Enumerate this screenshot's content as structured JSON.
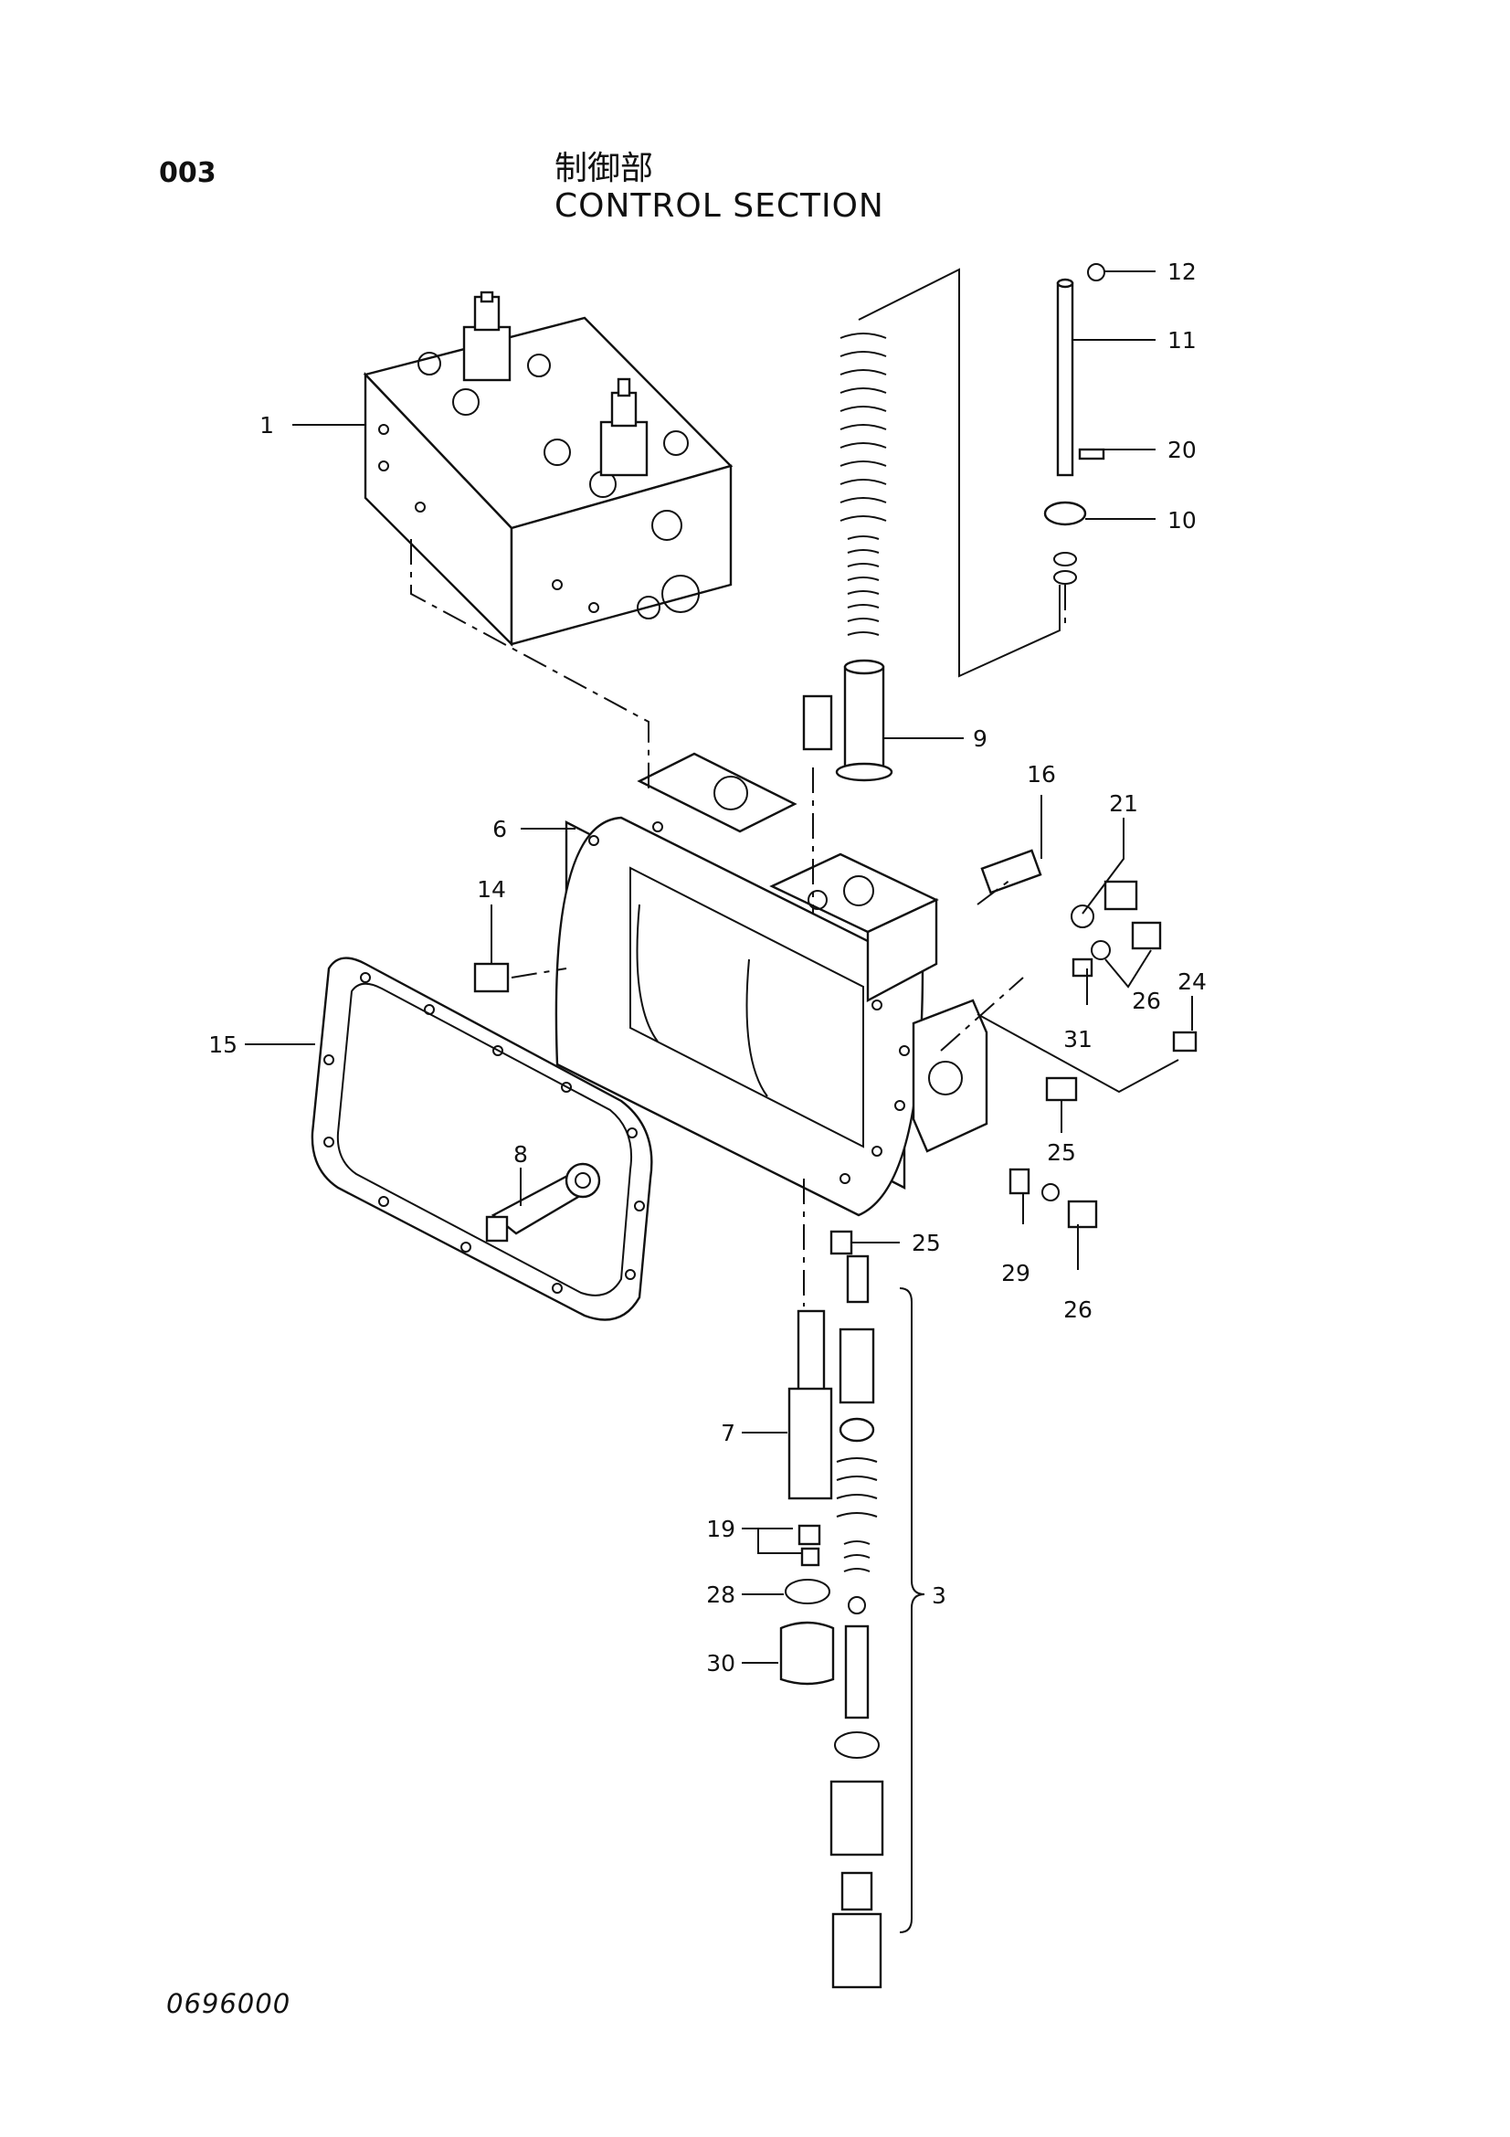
{
  "header": {
    "page_code": "003",
    "title_jp": "制御部",
    "title_en": "CONTROL SECTION"
  },
  "footer": {
    "drawing_number": "0696000"
  },
  "callouts": [
    "1",
    "3",
    "6",
    "7",
    "8",
    "9",
    "10",
    "11",
    "12",
    "14",
    "15",
    "16",
    "19",
    "20",
    "21",
    "24",
    "25",
    "25",
    "26",
    "26",
    "28",
    "29",
    "30",
    "31"
  ]
}
